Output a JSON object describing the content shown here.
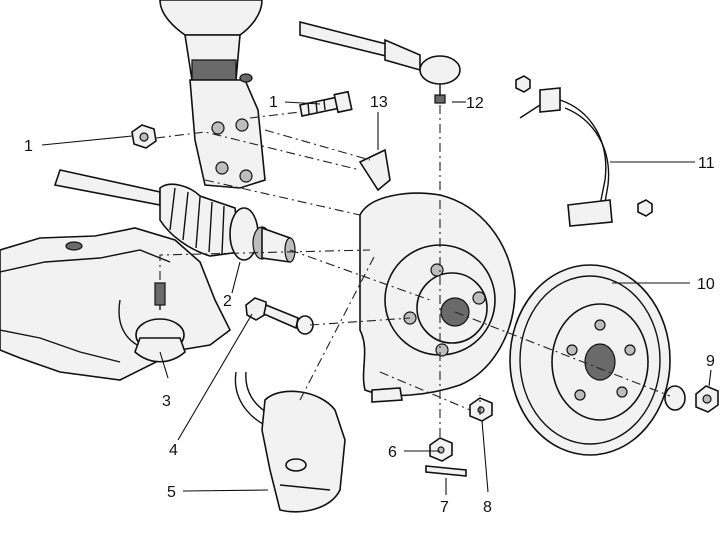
{
  "callouts": [
    {
      "id": "c1a",
      "label": "1"
    },
    {
      "id": "c1b",
      "label": "1"
    },
    {
      "id": "c2",
      "label": "2"
    },
    {
      "id": "c3",
      "label": "3"
    },
    {
      "id": "c4",
      "label": "4"
    },
    {
      "id": "c5",
      "label": "5"
    },
    {
      "id": "c6",
      "label": "6"
    },
    {
      "id": "c7",
      "label": "7"
    },
    {
      "id": "c8",
      "label": "8"
    },
    {
      "id": "c9",
      "label": "9"
    },
    {
      "id": "c10",
      "label": "10"
    },
    {
      "id": "c11",
      "label": "11"
    },
    {
      "id": "c12",
      "label": "12"
    },
    {
      "id": "c13",
      "label": "13"
    }
  ]
}
